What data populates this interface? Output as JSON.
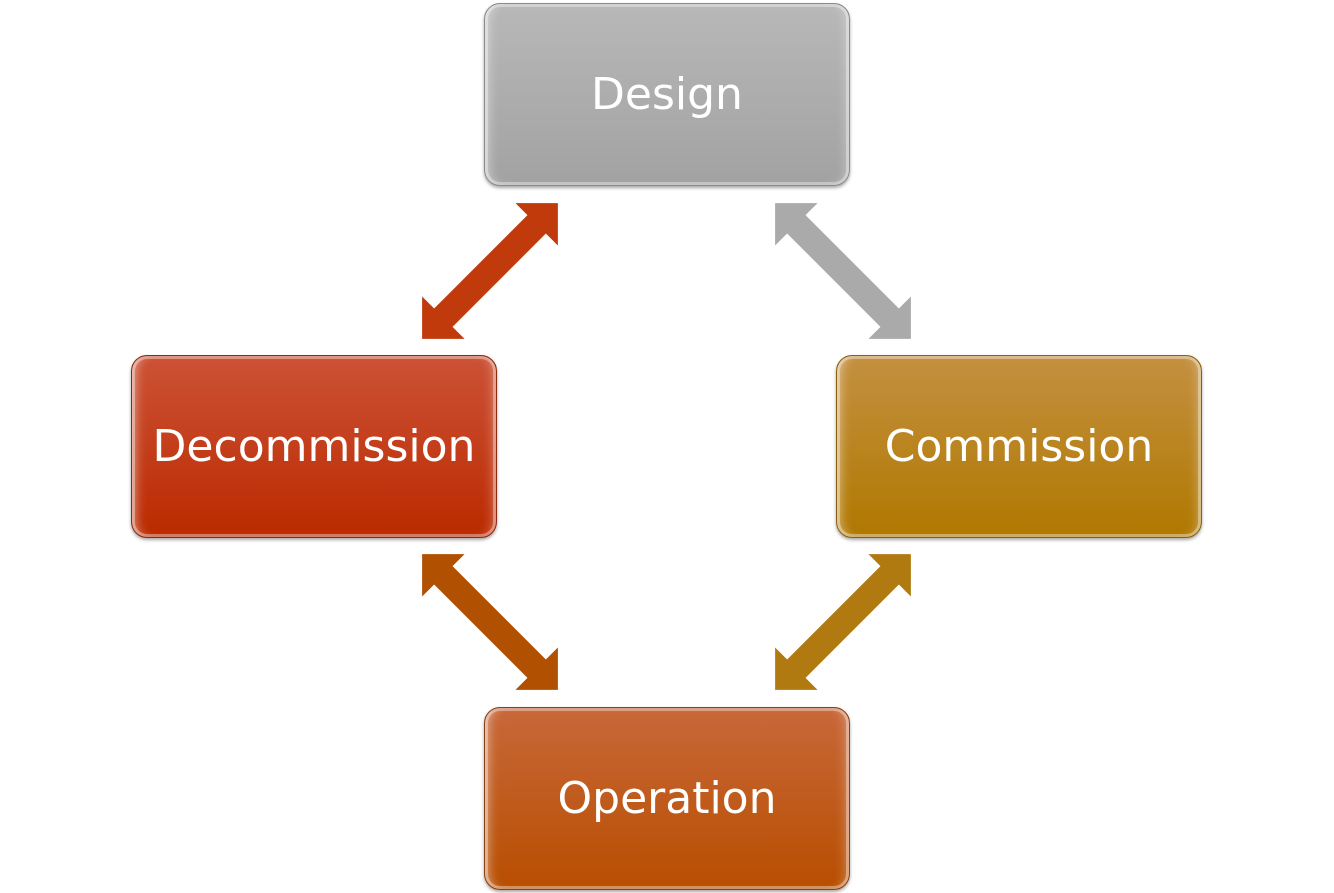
{
  "nodes": [
    {
      "id": "design",
      "label": "Design",
      "color": "#aaaaaa"
    },
    {
      "id": "commission",
      "label": "Commission",
      "color": "#b47e10"
    },
    {
      "id": "operation",
      "label": "Operation",
      "color": "#bc5408"
    },
    {
      "id": "decommission",
      "label": "Decommission",
      "color": "#c03a10"
    }
  ],
  "edges": [
    {
      "from": "design",
      "to": "commission",
      "type": "bidirectional",
      "color": "#aaaaaa"
    },
    {
      "from": "commission",
      "to": "operation",
      "type": "bidirectional",
      "color": "#b07a10"
    },
    {
      "from": "operation",
      "to": "decommission",
      "type": "bidirectional",
      "color": "#b05000"
    },
    {
      "from": "decommission",
      "to": "design",
      "type": "bidirectional",
      "color": "#c03a0c"
    }
  ]
}
